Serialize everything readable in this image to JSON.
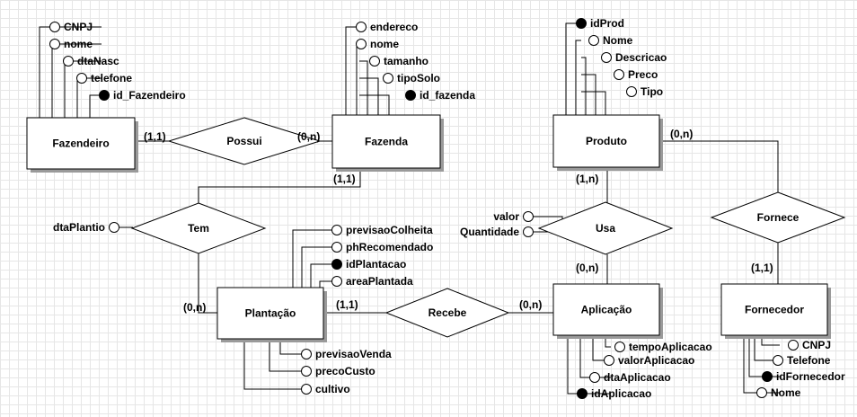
{
  "entities": {
    "fazendeiro": "Fazendeiro",
    "fazenda": "Fazenda",
    "produto": "Produto",
    "plantacao": "Plantação",
    "aplicacao": "Aplicação",
    "fornecedor": "Fornecedor"
  },
  "relationships": {
    "possui": "Possui",
    "tem": "Tem",
    "usa": "Usa",
    "fornece": "Fornece",
    "recebe": "Recebe"
  },
  "attributes": {
    "fazendeiro": [
      {
        "name": "CNPJ",
        "key": false
      },
      {
        "name": "nome",
        "key": false
      },
      {
        "name": "dtaNasc",
        "key": false
      },
      {
        "name": "telefone",
        "key": false
      },
      {
        "name": "id_Fazendeiro",
        "key": true
      }
    ],
    "fazenda": [
      {
        "name": "endereco",
        "key": false
      },
      {
        "name": "nome",
        "key": false
      },
      {
        "name": "tamanho",
        "key": false
      },
      {
        "name": "tipoSolo",
        "key": false
      },
      {
        "name": "id_fazenda",
        "key": true
      }
    ],
    "produto": [
      {
        "name": "idProd",
        "key": true
      },
      {
        "name": "Nome",
        "key": false
      },
      {
        "name": "Descricao",
        "key": false
      },
      {
        "name": "Preco",
        "key": false
      },
      {
        "name": "Tipo",
        "key": false
      }
    ],
    "tem": [
      {
        "name": "dtaPlantio",
        "key": false
      }
    ],
    "usa": [
      {
        "name": "valor",
        "key": false
      },
      {
        "name": "Quantidade",
        "key": false
      }
    ],
    "plantacao_top": [
      {
        "name": "previsaoColheita",
        "key": false
      },
      {
        "name": "phRecomendado",
        "key": false
      },
      {
        "name": "idPlantacao",
        "key": true
      },
      {
        "name": "areaPlantada",
        "key": false
      }
    ],
    "plantacao_bottom": [
      {
        "name": "previsaoVenda",
        "key": false
      },
      {
        "name": "precoCusto",
        "key": false
      },
      {
        "name": "cultivo",
        "key": false
      }
    ],
    "aplicacao": [
      {
        "name": "tempoAplicacao",
        "key": false
      },
      {
        "name": "valorAplicacao",
        "key": false
      },
      {
        "name": "dtaAplicacao",
        "key": false
      },
      {
        "name": "idAplicacao",
        "key": true
      }
    ],
    "fornecedor": [
      {
        "name": "CNPJ",
        "key": false
      },
      {
        "name": "Telefone",
        "key": false
      },
      {
        "name": "idFornecedor",
        "key": true
      },
      {
        "name": "Nome",
        "key": false
      }
    ]
  },
  "cardinalities": {
    "fazendeiro_possui": "(1,1)",
    "fazenda_possui": "(0,n)",
    "fazenda_tem": "(1,1)",
    "plantacao_tem": "(0,n)",
    "produto_usa": "(1,n)",
    "aplicacao_usa": "(0,n)",
    "plantacao_recebe": "(1,1)",
    "aplicacao_recebe": "(0,n)",
    "produto_fornece": "(0,n)",
    "fornecedor_fornece": "(1,1)"
  }
}
